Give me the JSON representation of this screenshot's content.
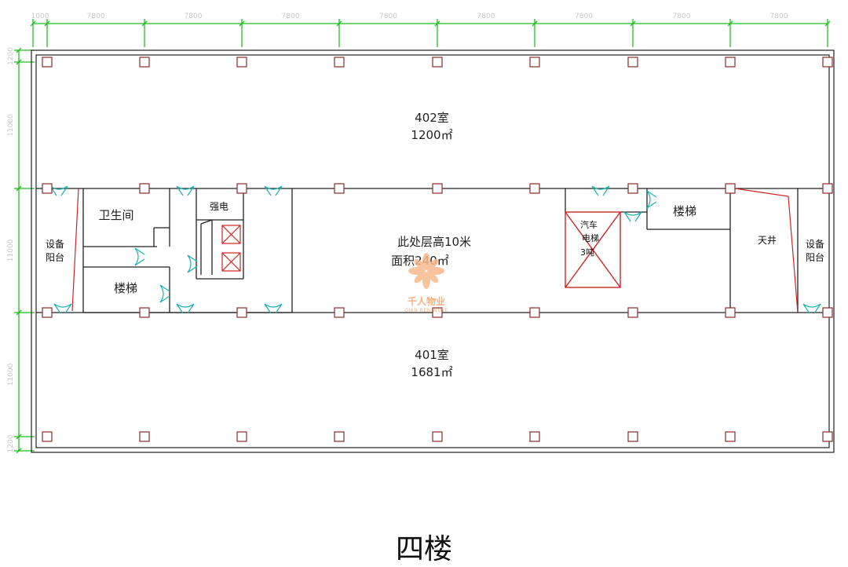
{
  "dimensions": {
    "top": [
      "1000",
      "7800",
      "7800",
      "7800",
      "7800",
      "7800",
      "7800",
      "7800",
      "7800"
    ],
    "left": [
      "1200",
      "11000",
      "11000",
      "11000",
      "1200"
    ]
  },
  "rooms": {
    "room402": {
      "name": "402室",
      "area": "1200㎡"
    },
    "room401": {
      "name": "401室",
      "area": "1681㎡"
    },
    "core": {
      "line1": "此处层高10米",
      "line2": "面积240㎡"
    },
    "toilet": "卫生间",
    "stair_left": "楼梯",
    "stair_right": "楼梯",
    "power": "强电",
    "car_lift": [
      "汽车",
      "电梯",
      "3吨"
    ],
    "courtyard": "天井",
    "balcony_left": [
      "设备",
      "阳台"
    ],
    "balcony_right": [
      "设备",
      "阳台"
    ]
  },
  "watermark": {
    "brand": "千人物业",
    "sub": "QIAN REN WUYE"
  },
  "floor_title": "四楼",
  "colors": {
    "wall": "#222222",
    "column": "#8b2a2a",
    "dimension": "#1fbf1f",
    "elevator": "#d22222",
    "door": "#19b3b3",
    "watermark": "#f2a36a"
  }
}
